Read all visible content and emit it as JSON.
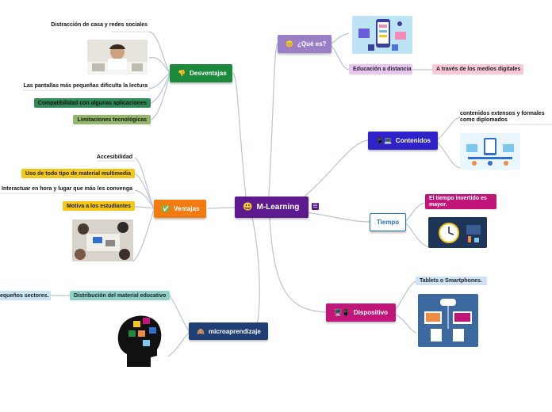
{
  "center": {
    "label": "M-Learning",
    "icon": "😃",
    "notes_icon": "☰"
  },
  "branches": {
    "que_es": {
      "label": "¿Qué es?",
      "icon": "😊",
      "color": "#9b7fc6",
      "child": "Educación a distancia",
      "grandchild": "A través de los medios digitales"
    },
    "contenidos": {
      "label": "Contenidos",
      "icon": "📱💻",
      "color": "#2f22c9",
      "child": "contenidos extensos y formales como diplomados"
    },
    "tiempo": {
      "label": "Tiempo",
      "color": "#2d6fc0",
      "child": "El tiempo invertido es mayor."
    },
    "dispositivo": {
      "label": "Dispositivo",
      "icon": "🖥️📱",
      "color": "#c2157a",
      "child": "Tablets o Smartphones."
    },
    "microaprendizaje": {
      "label": "microaprendizaje",
      "icon": "🙈",
      "color": "#1f3f75",
      "child": "Distribución del material educativo",
      "grandchild": "equeños sectores."
    },
    "ventajas": {
      "label": "Ventajas",
      "icon": "✅",
      "color": "#f27c12",
      "items": [
        "Accesibilidad",
        "Uso de todo tipo de material multimedia",
        "Interactuar en hora y lugar que más les convenga",
        "Motiva a los estudiantes"
      ]
    },
    "desventajas": {
      "label": "Desventajas",
      "icon": "👎",
      "color": "#1b8a3a",
      "items": [
        "Distracción de casa y redes sociales",
        "Las pantallas más pequeñas dificulta la lectura",
        "Compatibilidad con algunas aplicaciones",
        "Limitaciones tecnológicas"
      ]
    }
  },
  "colors": {
    "link": "#b9c4d6",
    "que_es_sub": "#e9c6f0",
    "que_es_sub2": "#f7c9d9",
    "tiempo_sub": "#c2157a",
    "dispositivo_sub": "#cfe3f5",
    "micro_sub": "#8ed1c8",
    "micro_sub2": "#c6e4f1",
    "ventajas_hl": "#f3c718",
    "desv_hl1": "#2f8a57",
    "desv_hl2": "#94b86a"
  }
}
